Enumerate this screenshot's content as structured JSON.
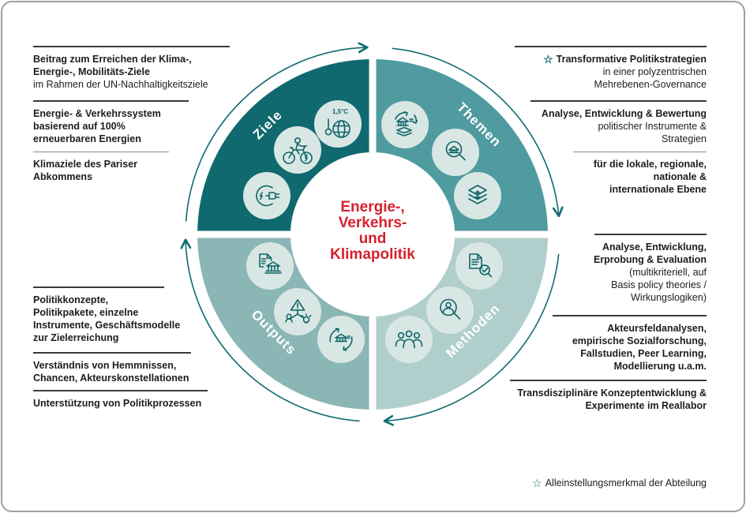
{
  "colors": {
    "accent": "#0f6b70",
    "center_red": "#d6202f",
    "text": "#1d1d1b"
  },
  "star_glyph": "☆",
  "left_column": {
    "blocks": [
      {
        "lines": [
          "Beitrag zum Erreichen der Klima-,",
          "Energie-, Mobilitäts-Ziele",
          "im Rahmen der UN-Nachhaltigkeitsziele"
        ]
      },
      {
        "lines": [
          "Energie- & Verkehrssystem",
          "basierend auf 100%",
          "erneuerbaren Energien"
        ]
      },
      {
        "lines": [
          "Klimaziele des Pariser",
          "Abkommens"
        ]
      },
      {
        "lines": [
          "Politikkonzepte,",
          "Politikpakete, einzelne",
          "Instrumente, Geschäftsmodelle",
          "zur Zielerreichung"
        ]
      },
      {
        "lines": [
          "Verständnis von Hemmnissen,",
          "Chancen, Akteurskonstellationen"
        ]
      },
      {
        "lines": [
          "Unterstützung von Politikprozessen"
        ]
      }
    ]
  },
  "right_column": {
    "blocks": [
      {
        "starred": true,
        "lines": [
          "Transformative Politikstrategien",
          "in einer polyzentrischen",
          "Mehrebenen-Governance"
        ]
      },
      {
        "lines": [
          "Analyse, Entwicklung & Bewertung",
          "politischer Instrumente &",
          "Strategien"
        ]
      },
      {
        "lines": [
          "für die lokale, regionale,",
          "nationale &",
          "internationale Ebene"
        ]
      },
      {
        "lines": [
          "Analyse, Entwicklung,",
          "Erprobung & Evaluation",
          "(multikriteriell, auf",
          "Basis policy theories /",
          "Wirkungslogiken)"
        ]
      },
      {
        "lines": [
          "Akteursfeldanalysen,",
          "empirische Sozialforschung,",
          "Fallstudien, Peer Learning,",
          "Modellierung u.a.m."
        ]
      },
      {
        "lines": [
          "Transdisziplinäre Konzeptentwicklung &",
          "Experimente im Reallabor"
        ]
      }
    ]
  },
  "footnote": {
    "text": "Alleinstellungsmerkmal der Abteilung"
  },
  "diagram": {
    "center": {
      "lines": [
        "Energie-,",
        "Verkehrs-",
        "und",
        "Klimapolitik"
      ],
      "color": "#d6202f"
    },
    "quadrants": [
      {
        "label": "Ziele",
        "color": "#10696e",
        "badge": "1,5°C",
        "icons": [
          "globe-1-5-degree-icon",
          "e-bike-icon",
          "e-mobility-plug-icon"
        ]
      },
      {
        "label": "Themen",
        "color": "#4f9ba0",
        "icons": [
          "city-transformation-icon",
          "building-analysis-magnifier-icon",
          "governance-levels-icon"
        ]
      },
      {
        "label": "Outputs",
        "color": "#8ab6b5",
        "icons": [
          "policy-document-institution-icon",
          "risk-idea-actors-icon",
          "building-cycle-icon"
        ]
      },
      {
        "label": "Methoden",
        "color": "#b0cecc",
        "icons": [
          "evaluation-checklist-icon",
          "actor-magnifier-icon",
          "actors-group-icon"
        ]
      }
    ]
  }
}
